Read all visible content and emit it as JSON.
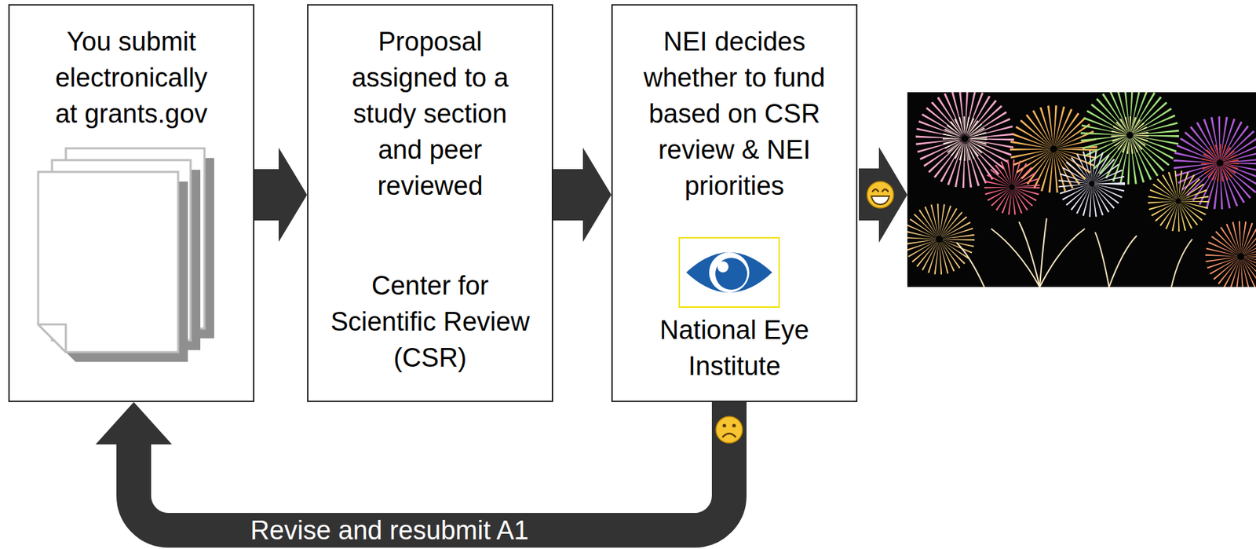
{
  "diagram": {
    "nodes": [
      {
        "text": [
          "You submit electronically at grants.gov"
        ]
      },
      {
        "text": [
          "Proposal assigned to a study section and peer reviewed",
          "Center for Scientific Review (CSR)"
        ]
      },
      {
        "text": [
          "NEI decides whether to fund based on CSR review & NEI priorities",
          "National Eye Institute"
        ]
      }
    ],
    "edges": [
      {
        "from": 0,
        "to": 1,
        "arrow": "to"
      },
      {
        "from": 1,
        "to": 2,
        "arrow": "to"
      },
      {
        "from": 2,
        "to": 0,
        "label": "Revise and resubmit A1",
        "arrow": "to"
      }
    ]
  }
}
